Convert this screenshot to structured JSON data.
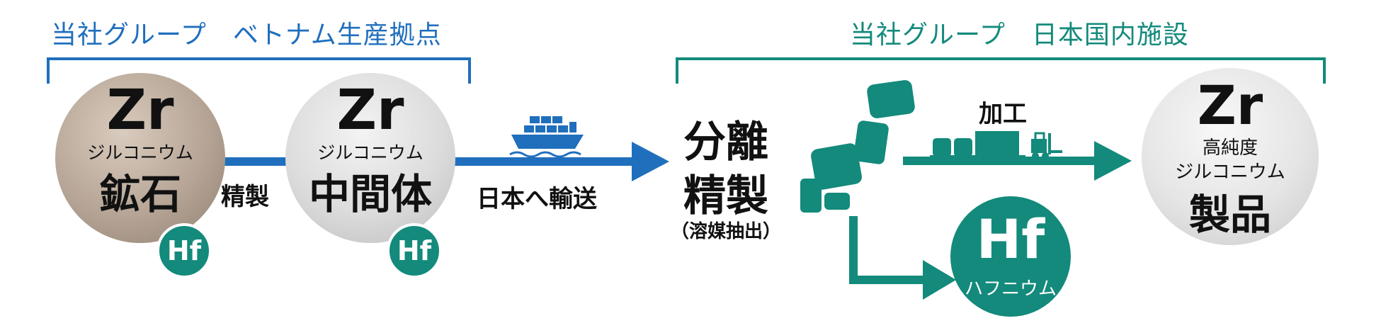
{
  "colors": {
    "vietnam_blue": "#1f6fbd",
    "japan_teal": "#138a7b",
    "hf_green": "#138a7b",
    "text_dark": "#111111"
  },
  "groups": {
    "vietnam": "当社グループ　ベトナム生産拠点",
    "japan": "当社グループ　日本国内施設"
  },
  "nodes": {
    "ore": {
      "symbol": "Zr",
      "name": "ジルコニウム",
      "label": "鉱石",
      "badge": "Hf"
    },
    "intermediate": {
      "symbol": "Zr",
      "name": "ジルコニウム",
      "label": "中間体",
      "badge": "Hf"
    },
    "separation": {
      "line1": "分離",
      "line2": "精製",
      "note": "（溶媒抽出）"
    },
    "product": {
      "symbol": "Zr",
      "sub1": "高純度",
      "sub2": "ジルコニウム",
      "label": "製品"
    },
    "hafnium": {
      "symbol": "Hf",
      "name": "ハフニウム"
    }
  },
  "edges": {
    "refine": "精製",
    "transport": "日本へ輸送",
    "process": "加工"
  },
  "icons": {
    "ship": "cargo-ship-icon",
    "japan_map": "japan-map-icon",
    "factory": "factory-icon",
    "forklift": "forklift-icon"
  }
}
